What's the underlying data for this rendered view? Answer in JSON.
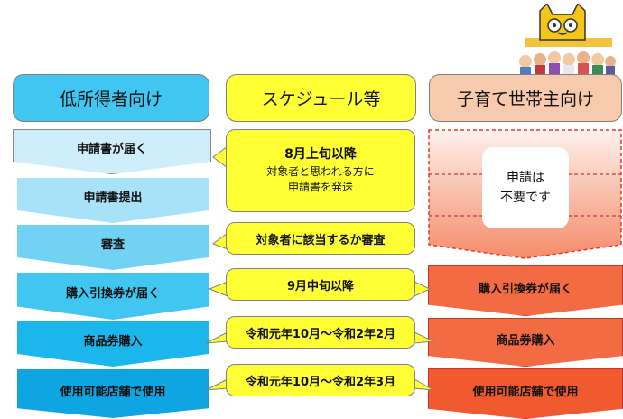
{
  "columns": {
    "low_income": "低所得者向け",
    "schedule": "スケジュール等",
    "child_household": "子育て世帯主向け"
  },
  "low_income_steps": [
    "申請書が届く",
    "申請書提出",
    "審査",
    "購入引換券が届く",
    "商品券購入",
    "使用可能店舗で使用"
  ],
  "schedule_items": {
    "aug_title": "8月上旬以降",
    "aug_note_line1": "対象者と思われる方に",
    "aug_note_line2": "申請書を発送",
    "review": "対象者に該当するか審査",
    "sep": "9月中旬以降",
    "purchase_period": "令和元年10月～令和2年2月",
    "use_period": "令和元年10月～令和2年3月"
  },
  "child_items": {
    "no_application_line1": "申請は",
    "no_application_line2": "不要です",
    "steps": [
      "購入引換券が届く",
      "商品券購入",
      "使用可能店舗で使用"
    ]
  },
  "colors": {
    "low_income_head": "#41c6f2",
    "schedule": "#ffff33",
    "child_head": "#f7c9ad",
    "child_steps": "#f26b42"
  }
}
